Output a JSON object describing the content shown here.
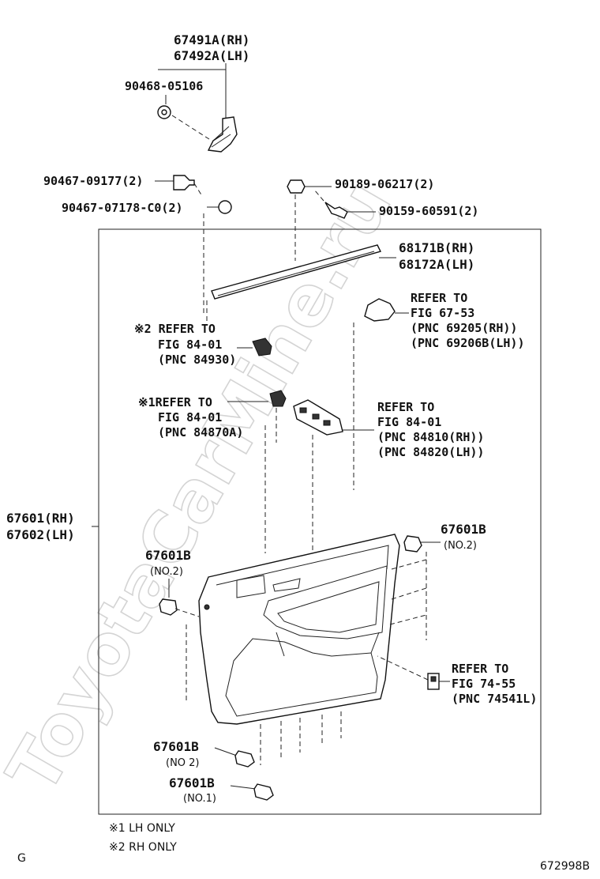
{
  "labels": {
    "p67491a": "67491A(RH)",
    "p67492a": "67492A(LH)",
    "p90468": "90468-05106",
    "p90467a": "90467-09177(2)",
    "p90467b": "90467-07178-C0(2)",
    "p90189": "90189-06217(2)",
    "p90159": "90159-60591(2)",
    "p68171b": "68171B(RH)",
    "p68172a": "68172A(LH)",
    "ref67_53": [
      "REFER TO",
      "FIG 67-53",
      "(PNC 69205(RH))",
      "(PNC 69206B(LH))"
    ],
    "ref84930": [
      "※2 REFER TO",
      "FIG 84-01",
      "(PNC 84930)"
    ],
    "ref84870": [
      "※1REFER TO",
      "FIG 84-01",
      "(PNC 84870A)"
    ],
    "ref84810": [
      "REFER TO",
      "FIG 84-01",
      "(PNC 84810(RH))",
      "(PNC 84820(LH))"
    ],
    "p67601": "67601(RH)",
    "p67602": "67602(LH)",
    "clip_right": {
      "pn": "67601B",
      "no": "(NO.2)"
    },
    "clip_left": {
      "pn": "67601B",
      "no": "(NO.2)"
    },
    "ref74_55": [
      "REFER TO",
      "FIG 74-55",
      "(PNC 74541L)"
    ],
    "clip_bottom1": {
      "pn": "67601B",
      "no": "(NO 2)"
    },
    "clip_bottom2": {
      "pn": "67601B",
      "no": "(NO.1)"
    }
  },
  "notes": [
    "※1  LH ONLY",
    "※2  RH ONLY"
  ],
  "footer": {
    "letter": "G",
    "code": "672998B"
  },
  "watermark": "ToyotaCarMine.ru"
}
